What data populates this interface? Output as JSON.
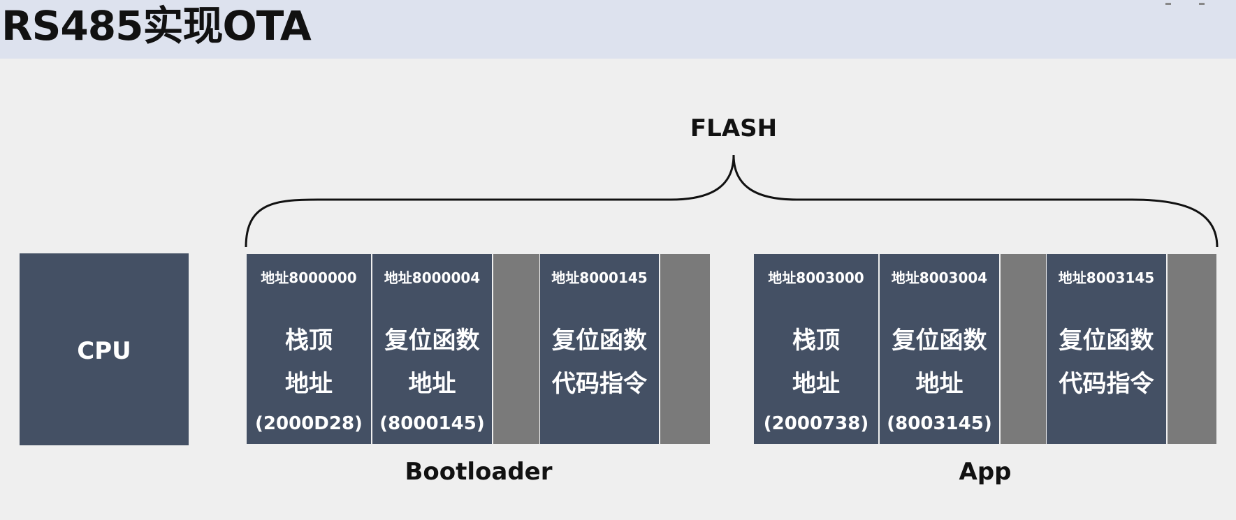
{
  "title": "RS485实现OTA",
  "flash_label": "FLASH",
  "cpu": {
    "label": "CPU"
  },
  "bootloader": {
    "label": "Bootloader",
    "cells": [
      {
        "addr": "地址8000000",
        "line1": "栈顶",
        "line2": "地址",
        "value": "(2000D28)"
      },
      {
        "addr": "地址8000004",
        "line1": "复位函数",
        "line2": "地址",
        "value": "(8000145)"
      },
      {
        "addr": "地址8000145",
        "line1": "复位函数",
        "line2": "代码指令",
        "value": ""
      }
    ]
  },
  "app": {
    "label": "App",
    "cells": [
      {
        "addr": "地址8003000",
        "line1": "栈顶",
        "line2": "地址",
        "value": "(2000738)"
      },
      {
        "addr": "地址8003004",
        "line1": "复位函数",
        "line2": "地址",
        "value": "(8003145)"
      },
      {
        "addr": "地址8003145",
        "line1": "复位函数",
        "line2": "代码指令",
        "value": ""
      }
    ]
  },
  "colors": {
    "block": "#445064",
    "gap": "#7a7a7a",
    "header": "#dde2ee",
    "background": "#efefef"
  }
}
